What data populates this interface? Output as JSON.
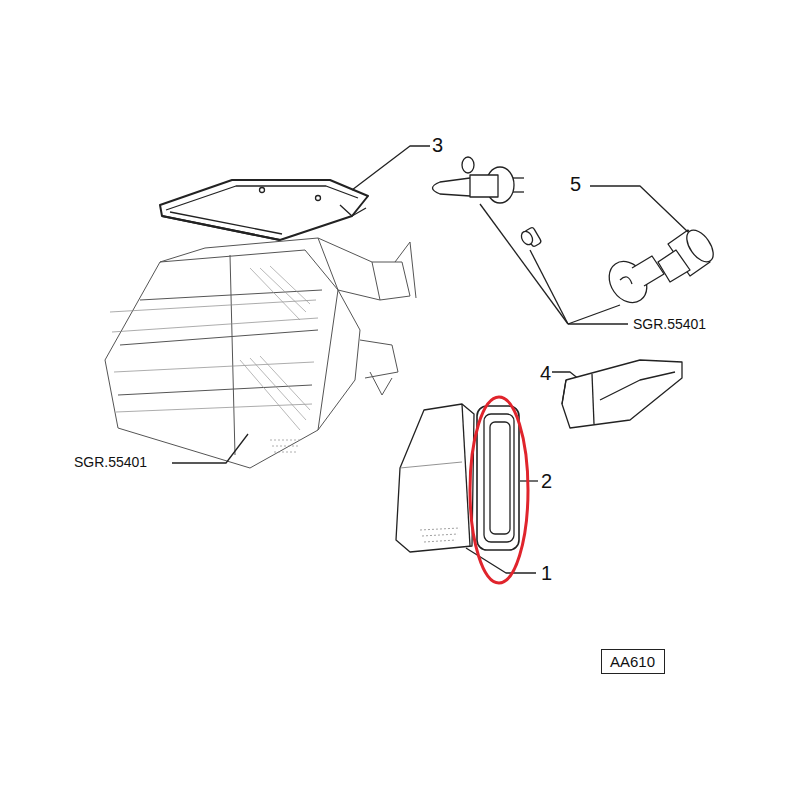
{
  "diagram": {
    "nodes": [
      {
        "text": [
          "AA610"
        ]
      }
    ],
    "labels": [
      "3",
      "5",
      "SGR.55401",
      "4",
      "SGR.55401",
      "2",
      "1"
    ]
  }
}
